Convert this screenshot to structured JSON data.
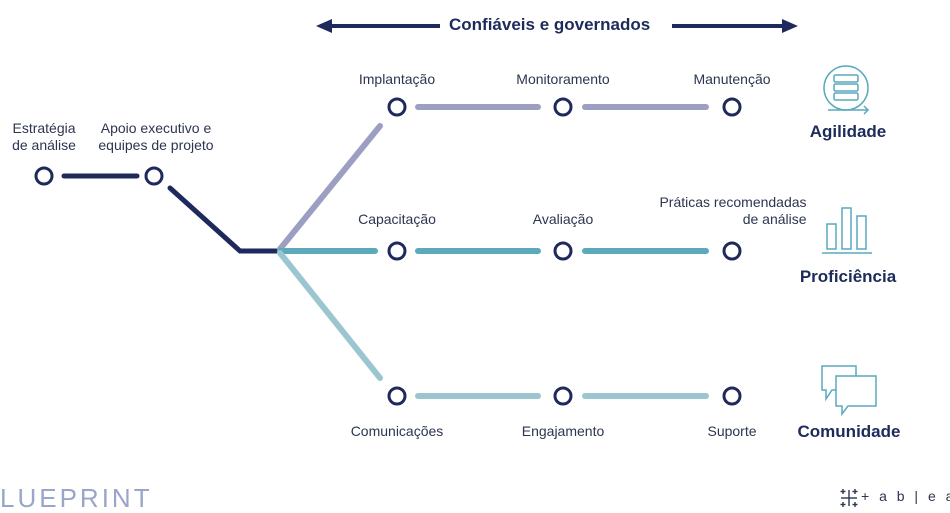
{
  "banner": "Confiáveis e governados",
  "start_nodes": {
    "strategy": [
      "Estratégia",
      "de análise"
    ],
    "executive": [
      "Apoio executivo e",
      "equipes de projeto"
    ]
  },
  "rows": {
    "agility": {
      "category": "Agilidade",
      "icon": "server-stack-icon",
      "color": "#9c9fc2",
      "steps": [
        "Implantação",
        "Monitoramento",
        "Manutenção"
      ]
    },
    "proficiency": {
      "category": "Proficiência",
      "icon": "bar-chart-icon",
      "color": "#5aa9bd",
      "steps": [
        "Capacitação",
        "Avaliação",
        "Práticas recomendadas de análise"
      ],
      "step3_lines": [
        "Práticas recomendadas",
        "de análise"
      ]
    },
    "community": {
      "category": "Comunidade",
      "icon": "chat-bubbles-icon",
      "color": "#9bc6cf",
      "steps": [
        "Comunicações",
        "Engajamento",
        "Suporte"
      ]
    }
  },
  "trunk_color": "#1f2a5c",
  "footer": {
    "blueprint": "LUEPRINT",
    "brand": "+ a b | e a u"
  }
}
